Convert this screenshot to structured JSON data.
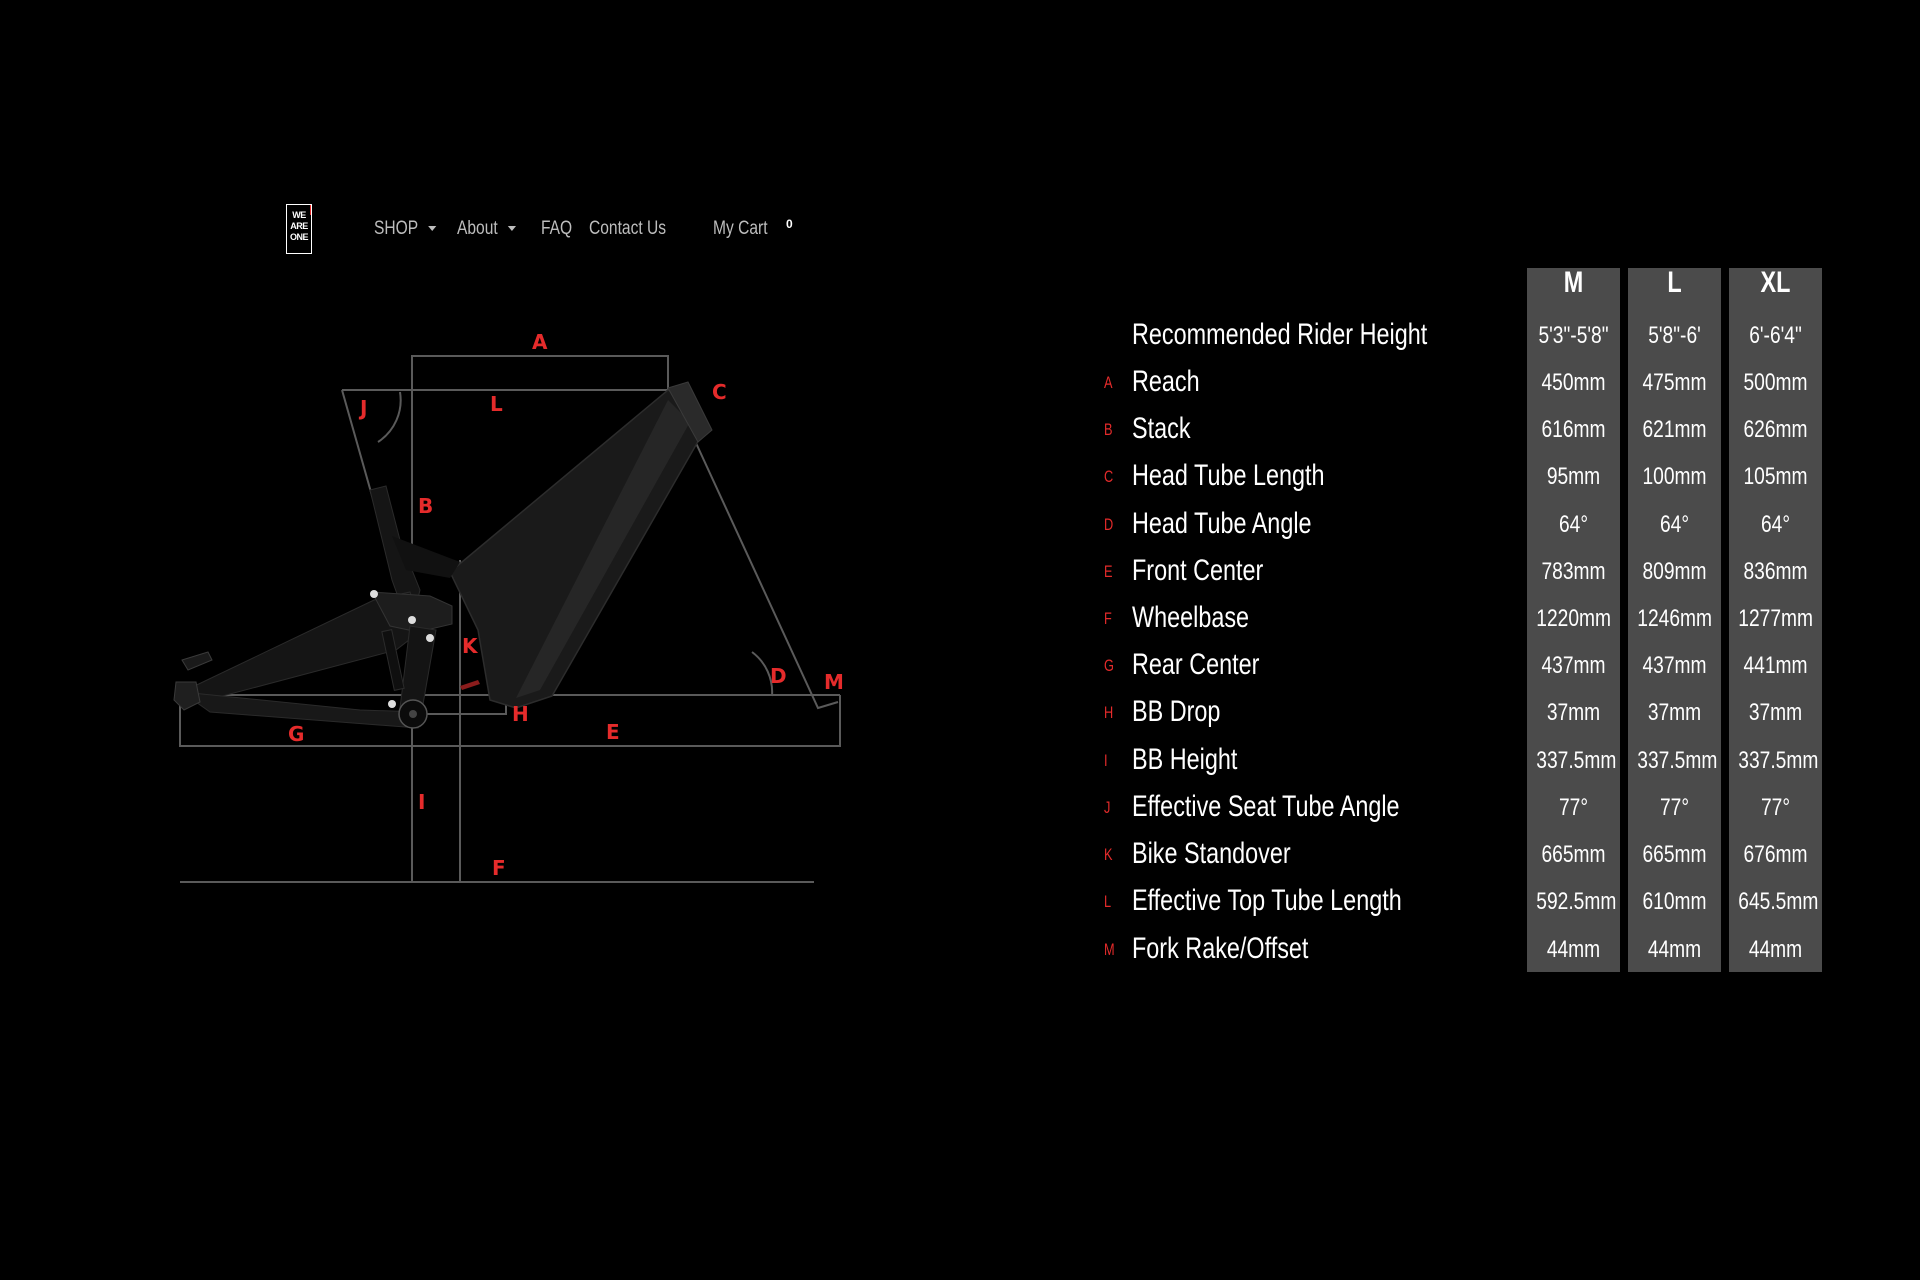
{
  "nav": {
    "logo_text": "WE ARE ONE",
    "items": [
      {
        "label": "SHOP",
        "has_dropdown": true
      },
      {
        "label": "About",
        "has_dropdown": true
      },
      {
        "label": "FAQ",
        "has_dropdown": false
      },
      {
        "label": "Contact Us",
        "has_dropdown": false
      }
    ],
    "cart_label": "My Cart",
    "cart_count": "0"
  },
  "diagram": {
    "labels": [
      "A",
      "B",
      "C",
      "D",
      "E",
      "F",
      "G",
      "H",
      "I",
      "J",
      "K",
      "L",
      "M"
    ]
  },
  "geometry": {
    "sizes": [
      "M",
      "L",
      "XL"
    ],
    "rows": [
      {
        "letter": "",
        "label": "Recommended Rider Height",
        "values": [
          "5'3\"-5'8\"",
          "5'8\"-6'",
          "6'-6'4\""
        ]
      },
      {
        "letter": "A",
        "label": "Reach",
        "values": [
          "450mm",
          "475mm",
          "500mm"
        ]
      },
      {
        "letter": "B",
        "label": "Stack",
        "values": [
          "616mm",
          "621mm",
          "626mm"
        ]
      },
      {
        "letter": "C",
        "label": "Head Tube Length",
        "values": [
          "95mm",
          "100mm",
          "105mm"
        ]
      },
      {
        "letter": "D",
        "label": "Head Tube Angle",
        "values": [
          "64°",
          "64°",
          "64°"
        ]
      },
      {
        "letter": "E",
        "label": "Front Center",
        "values": [
          "783mm",
          "809mm",
          "836mm"
        ]
      },
      {
        "letter": "F",
        "label": "Wheelbase",
        "values": [
          "1220mm",
          "1246mm",
          "1277mm"
        ]
      },
      {
        "letter": "G",
        "label": "Rear Center",
        "values": [
          "437mm",
          "437mm",
          "441mm"
        ]
      },
      {
        "letter": "H",
        "label": "BB Drop",
        "values": [
          "37mm",
          "37mm",
          "37mm"
        ]
      },
      {
        "letter": "I",
        "label": "BB Height",
        "values": [
          "337.5mm",
          "337.5mm",
          "337.5mm"
        ]
      },
      {
        "letter": "J",
        "label": "Effective Seat Tube Angle",
        "values": [
          "77°",
          "77°",
          "77°"
        ]
      },
      {
        "letter": "K",
        "label": "Bike Standover",
        "values": [
          "665mm",
          "665mm",
          "676mm"
        ]
      },
      {
        "letter": "L",
        "label": "Effective Top Tube Length",
        "values": [
          "592.5mm",
          "610mm",
          "645.5mm"
        ]
      },
      {
        "letter": "M",
        "label": "Fork Rake/Offset",
        "values": [
          "44mm",
          "44mm",
          "44mm"
        ]
      }
    ]
  },
  "colors": {
    "background": "#000000",
    "accent_red": "#e52b2b",
    "column_gray": "#4b4b4b",
    "nav_text": "#bdbdbd",
    "line_gray": "#5a5a5a"
  }
}
